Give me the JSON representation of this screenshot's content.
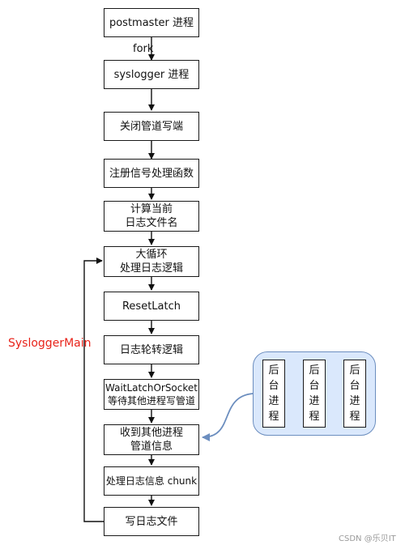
{
  "flow": {
    "steps": [
      {
        "lines": [
          "postmaster 进程"
        ]
      },
      {
        "lines": [
          "syslogger 进程"
        ]
      },
      {
        "lines": [
          "关闭管道写端"
        ]
      },
      {
        "lines": [
          "注册信号处理函数"
        ]
      },
      {
        "lines": [
          "计算当前",
          "日志文件名"
        ]
      },
      {
        "lines": [
          "大循环",
          "处理日志逻辑"
        ]
      },
      {
        "lines": [
          "ResetLatch"
        ]
      },
      {
        "lines": [
          "日志轮转逻辑"
        ]
      },
      {
        "lines": [
          "WaitLatchOrSocket",
          "等待其他进程写管道"
        ]
      },
      {
        "lines": [
          "收到其他进程",
          "管道信息"
        ]
      },
      {
        "lines": [
          "处理日志信息 chunk"
        ]
      },
      {
        "lines": [
          "写日志文件"
        ]
      }
    ],
    "fork_label": "fork",
    "loop_label": "SysloggerMain"
  },
  "background": {
    "processes": [
      {
        "chars": [
          "后",
          "台",
          "进",
          "程"
        ]
      },
      {
        "chars": [
          "后",
          "台",
          "进",
          "程"
        ]
      },
      {
        "chars": [
          "后",
          "台",
          "进",
          "程"
        ]
      }
    ]
  },
  "watermark": "CSDN @乐贝IT",
  "colors": {
    "loop_label": "#e8231a",
    "group_fill": "#dae8fc",
    "group_border": "#6c8ebf",
    "link": "#6c8ebf"
  }
}
